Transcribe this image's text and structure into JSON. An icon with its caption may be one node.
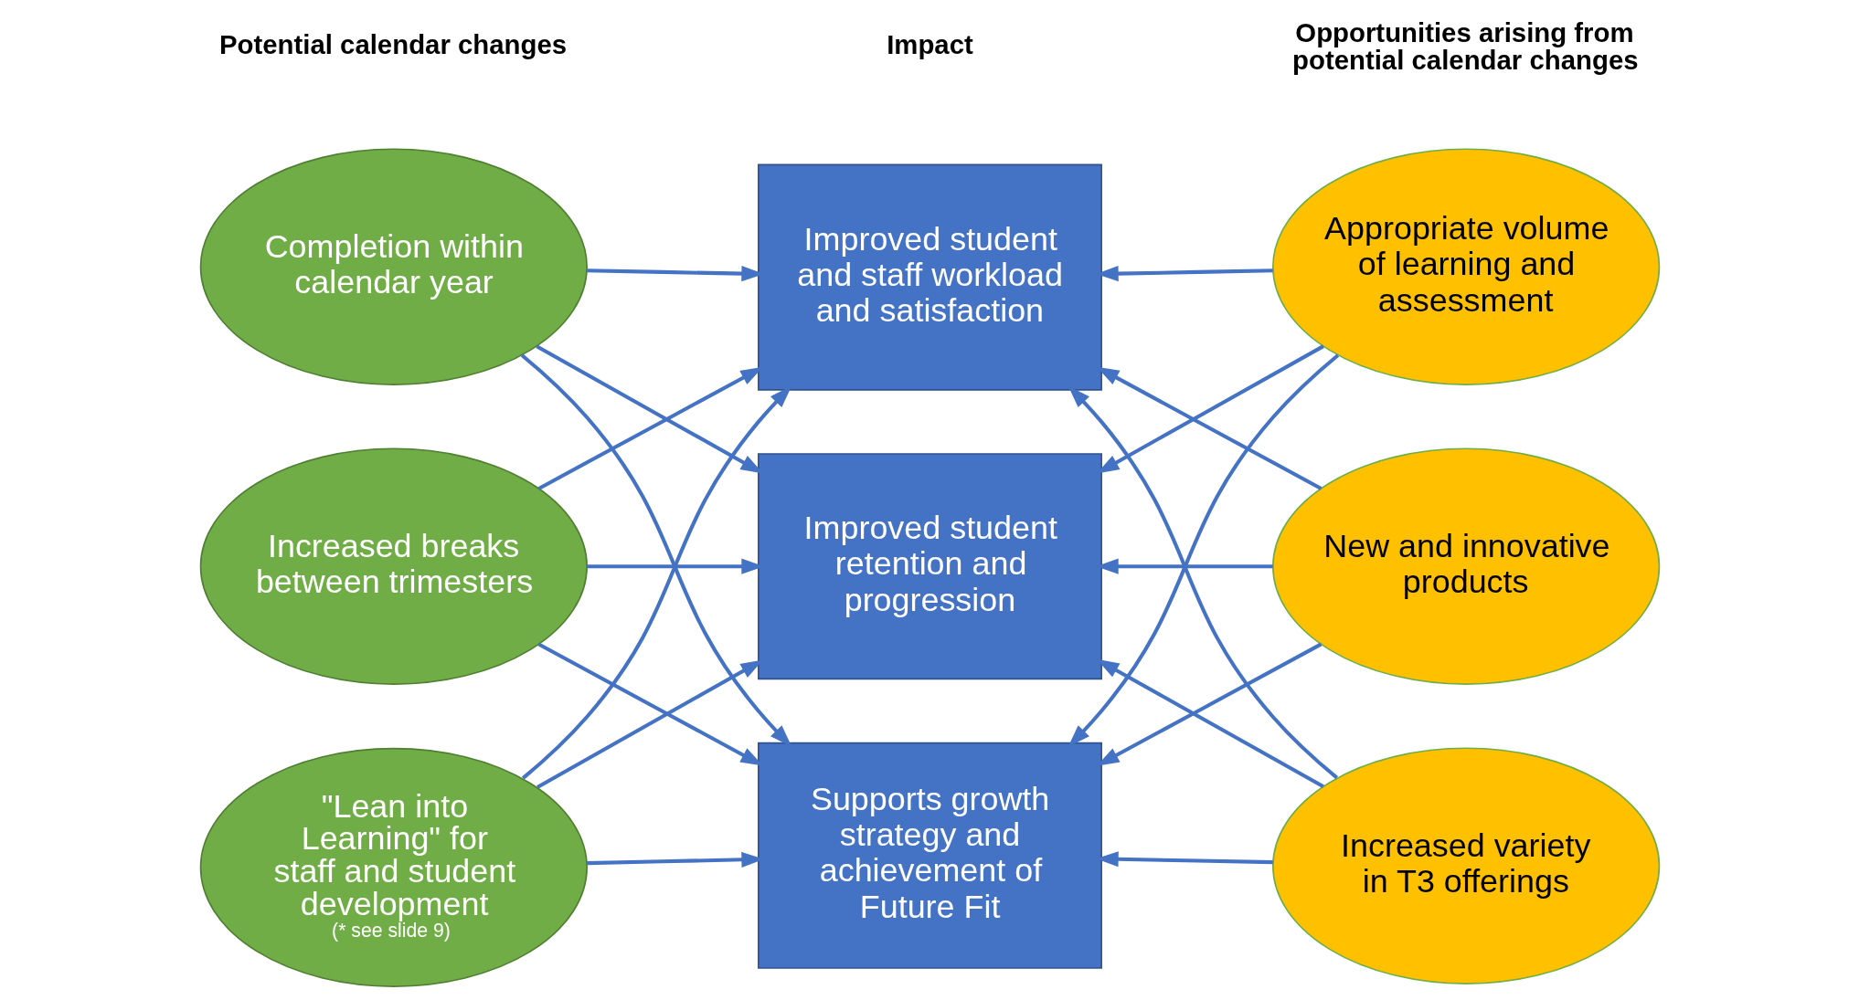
{
  "diagram": {
    "nodes": [
      {
        "text": [
          "Completion within calendar year"
        ]
      },
      {
        "text": [
          "Increased breaks between trimesters"
        ]
      },
      {
        "text": [
          "\"Lean into Learning\" for staff and student development",
          "(* see slide 9)"
        ]
      },
      {
        "text": [
          "Improved student and staff workload and satisfaction"
        ]
      },
      {
        "text": [
          "Improved student retention and progression"
        ]
      },
      {
        "text": [
          "Supports growth strategy and achievement of Future Fit"
        ]
      },
      {
        "text": [
          "Appropriate volume of learning and assessment"
        ]
      },
      {
        "text": [
          "New and innovative products"
        ]
      },
      {
        "text": [
          "Increased variety in T3 offerings"
        ]
      }
    ],
    "edges": [
      {
        "from": 0,
        "to": 3,
        "arrow": "to"
      },
      {
        "from": 0,
        "to": 4,
        "arrow": "to"
      },
      {
        "from": 0,
        "to": 5,
        "arrow": "to"
      },
      {
        "from": 1,
        "to": 3,
        "arrow": "to"
      },
      {
        "from": 1,
        "to": 4,
        "arrow": "to"
      },
      {
        "from": 1,
        "to": 5,
        "arrow": "to"
      },
      {
        "from": 2,
        "to": 3,
        "arrow": "to"
      },
      {
        "from": 2,
        "to": 4,
        "arrow": "to"
      },
      {
        "from": 2,
        "to": 5,
        "arrow": "to"
      },
      {
        "from": 6,
        "to": 3,
        "arrow": "to"
      },
      {
        "from": 6,
        "to": 4,
        "arrow": "to"
      },
      {
        "from": 6,
        "to": 5,
        "arrow": "to"
      },
      {
        "from": 7,
        "to": 3,
        "arrow": "to"
      },
      {
        "from": 7,
        "to": 4,
        "arrow": "to"
      },
      {
        "from": 7,
        "to": 5,
        "arrow": "to"
      },
      {
        "from": 8,
        "to": 3,
        "arrow": "to"
      },
      {
        "from": 8,
        "to": 4,
        "arrow": "to"
      },
      {
        "from": 8,
        "to": 5,
        "arrow": "to"
      }
    ],
    "labels": [
      "Potential calendar changes",
      "Impact",
      "Opportunities arising from potential calendar changes"
    ]
  }
}
